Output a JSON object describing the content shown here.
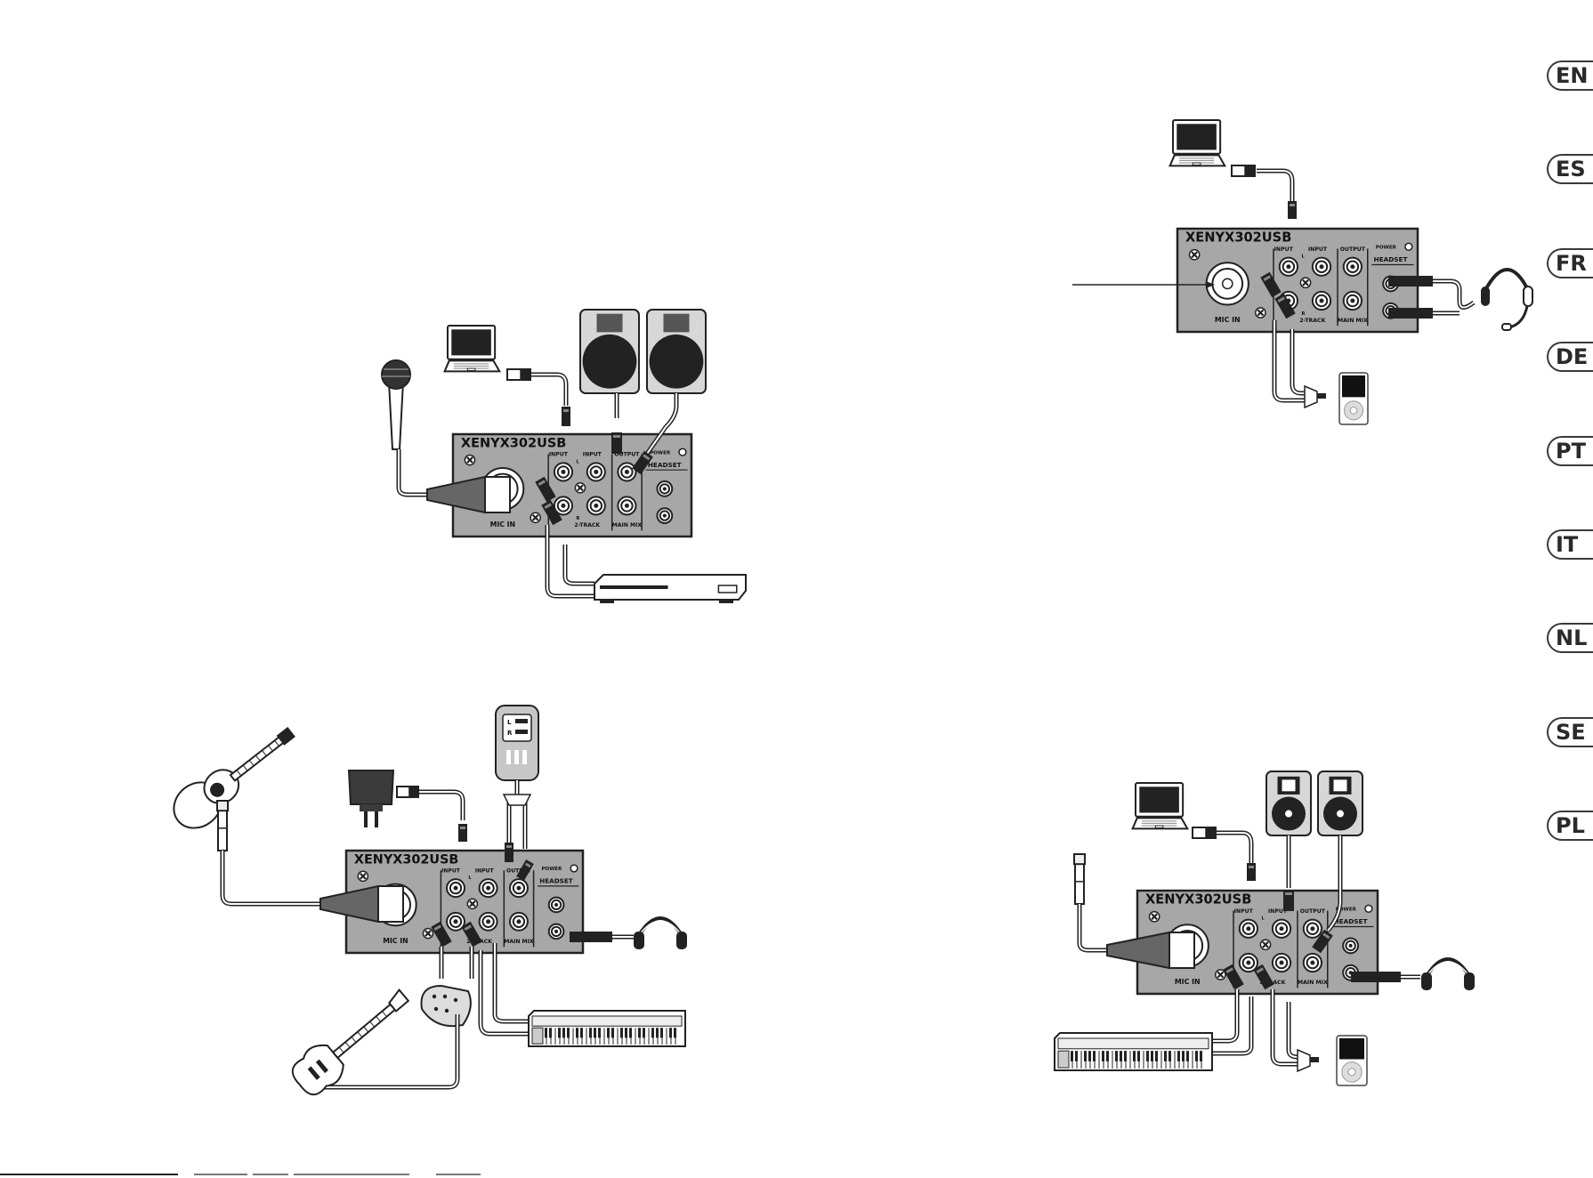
{
  "languages": [
    "EN",
    "ES",
    "FR",
    "DE",
    "PT",
    "IT",
    "NL",
    "SE",
    "PL"
  ],
  "mixer": {
    "model": "XENYX302USB",
    "power": "POWER",
    "headset": "HEADSET",
    "input1": "INPUT",
    "input2": "INPUT",
    "output": "OUTPUT",
    "two_track": "2-TRACK",
    "main_mix": "MAIN MIX",
    "mic_in": "MIC IN",
    "channel_l": "L",
    "channel_r": "R"
  },
  "player": {
    "l": "L",
    "r": "R"
  }
}
